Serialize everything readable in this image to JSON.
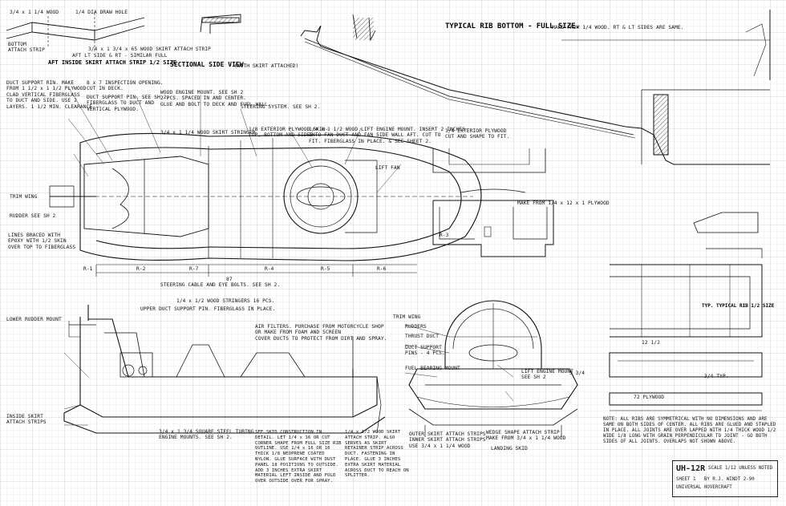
{
  "headings": {
    "typical_rib": "TYPICAL RIB BOTTOM - FULL SIZE.",
    "typical_rib_note": "MAKE FROM 1/4 WOOD. RT & LT SIDES ARE SAME.",
    "skirt_strip": "AFT INSIDE SKIRT ATTACH STRIP 1/2 SIZE",
    "sectional_side_view": "SECTIONAL SIDE VIEW",
    "sectional_side_view_note": "(WITH SKIRT ATTACHED)",
    "typical_rib_small": "TYP. TYPICAL RIB 1/2 SIZE"
  },
  "labels": {
    "top_left_wood": "3/4 x 1 1/4 WOOD",
    "bottom_attach": "BOTTOM\nATTACH STRIP",
    "draw_hole": "1/4 DIA DRAW HOLE",
    "aft_lt_side": "AFT LT SIDE & RT - SIMILAR FULL",
    "skirt_attach_strip": "3/4 x 1 3/4 x 65 WOOD SKIRT ATTACH STRIP",
    "duct_support": "DUCT SUPPORT RIN. MAKE\nFROM 1 1/2 x 1 1/2 PLYWOOD\nCLAD VERTICAL FIBERGLASS\nTO DUCT AND SIDE. USE 2\nLAYERS. 1 1/2 MIN. CLEARANCE",
    "inspection_opening": "8 x 7 INSPECTION OPENING.\nCUT IN DECK.",
    "duct_support_pin": "DUCT SUPPORT PIN. SEE SH 2.\nFIBERGLASS TO DUCT AND\nVERTICAL PLYWOOD.",
    "wood_engine_mount": "WOOD ENGINE MOUNT. SEE SH 2\n2 PCS. SPACED IN AND CENTER.\nGLUE AND BOLT TO DECK AND FUEL WALL.",
    "steering_sys": "STEERING SYSTEM. SEE SH 2.",
    "skirt_stringer": "3/4 x 1 1/4 WOOD SKIRT STRINGER",
    "ext_plywood": "1/8 EXTERIOR PLYWOOD SKIN-\nTOP, BOTTOM AND SIDES",
    "lift_engine_mount": "1/4 x 1 1/2 WOOD LIFT ENGINE MOUNT. INSERT 2 INCHES\nINTO FAN DUCT AND FAN SIDE WALL AFT. CUT TO\nFIT. FIBERGLASS IN PLACE. & SEE SHEET 2.",
    "trim_wing": "TRIM WING",
    "rudder": "RUDDER SEE SH 2",
    "duct_fiberglass": "LINES BRACED WITH\nEPOXY WITH 1/2 SKIN\nOVER TOP TO FIBERGLASS",
    "lift_fan": "LIFT FAN",
    "trim_wing_2": "TRIM WING",
    "rudders": "RUDDERS",
    "thrust_duct": "THRUST DUCT",
    "fuel_bearing": "FUEL BEARING MOUNT",
    "lift_engine_mount_2": "LIFT ENGINE MOUNT\nSEE SH 2",
    "duct_support_pins": "DUCT SUPPORT\nPINS - 4 PCS.",
    "outer_skirt": "OUTER SKIRT ATTACH STRIPS\nINNER SKIRT ATTACH STRIPS\nUSE 3/4 x 1 1/4 WOOD",
    "wedge_shape": "WEDGE SHAPE ATTACH STRIP\nMAKE FROM 3/4 x 1 1/4 WOOD",
    "landing_skid": "LANDING SKID",
    "make_from": "MAKE FROM 1/4 x 12 x 1 PLYWOOD",
    "rib_material": "1/4 EXTERIOR PLYWOOD\nCUT AND SHAPE TO FIT.",
    "air_filters": "AIR FILTERS. PURCHASE FROM MOTORCYCLE SHOP\nOR MAKE FROM FOAM AND SCREEN\nCOVER DUCTS TO PROTECT FROM DIRT AND SPRAY.",
    "lower_rudder": "LOWER RUDDER MOUNT",
    "steering_cable": "STEERING CABLE AND EYE BOLTS. SEE SH 2.",
    "stringer_wood": "1/4 x 1/2 WOOD STRINGERS 16 PCS.",
    "upper_duct": "UPPER DUCT SUPPORT PIN. FIBERGLASS IN PLACE.",
    "inside_skirt": "INSIDE SKIRT\nATTACH STRIPS",
    "cowl_note": "3/4 x 1 3/4 SQUARE STEEL TUBING\nENGINE MOUNTS. SEE SH 2."
  },
  "notes": {
    "general": "NOTE: ALL RIBS ARE SYMMETRICAL WITH NO DIMENSIONS AND ARE SAME ON BOTH SIDES OF CENTER. ALL RIBS ARE GLUED AND STAPLED IN PLACE. ALL JOINTS ARE OVER LAPPED WITH 1/4 THICK WOOD 1/2 WIDE 1/8 LONG WITH GRAIN PERPENDICULAR TO JOINT - GO BOTH SIDES OF ALL JOINTS. OVERLAPS NOT SHOWN ABOVE.",
    "skid_construction": "SEE SKID CONSTRUCTION IN DETAIL. LET 1/4 x 16 OR CUT CORNER SHAPE FROM FULL SIZE RIB OUTLINE. USE 1/4 x 16 OR 16 THICK 1/8 NEOPRENE COATED NYLON. GLUE SURFACE WITH DUST PANEL 18 POSITIONS TO OUTSIDE. ADD 3 INCHES EXTRA SKIRT MATERIAL LEFT INSIDE AND FOLD OVER OUTSIDE OVER FOR SPRAY.",
    "fastening": "1/4 x 1/2 WOOD SKIRT ATTACH STRIP. ALSO SERVES AS SKIRT RETAINER STRIP ACROSS DUCT. FASTENING IN PLACE. GLUE 3 INCHES EXTRA SKIRT MATERIAL ACROSS DUCT TO REACH ON SPLITTER."
  },
  "dims": {
    "span_total": "72 PLYWOOD",
    "r1": "R-1",
    "r2": "R-2",
    "r3": "R-3",
    "r4": "R-4",
    "r5": "R-5",
    "r6": "R-6",
    "r7": "R-7",
    "d87": "87",
    "d12": "12 1/2",
    "d31": "3/4 TYP.",
    "d52": "5 3/4"
  },
  "title_block": {
    "model": "UH-12R",
    "scale": "SCALE 1/12 UNLESS NOTED",
    "sheet": "SHEET 1   BY R.J. WINDT 2-90",
    "company": "UNIVERSAL HOVERCRAFT"
  }
}
